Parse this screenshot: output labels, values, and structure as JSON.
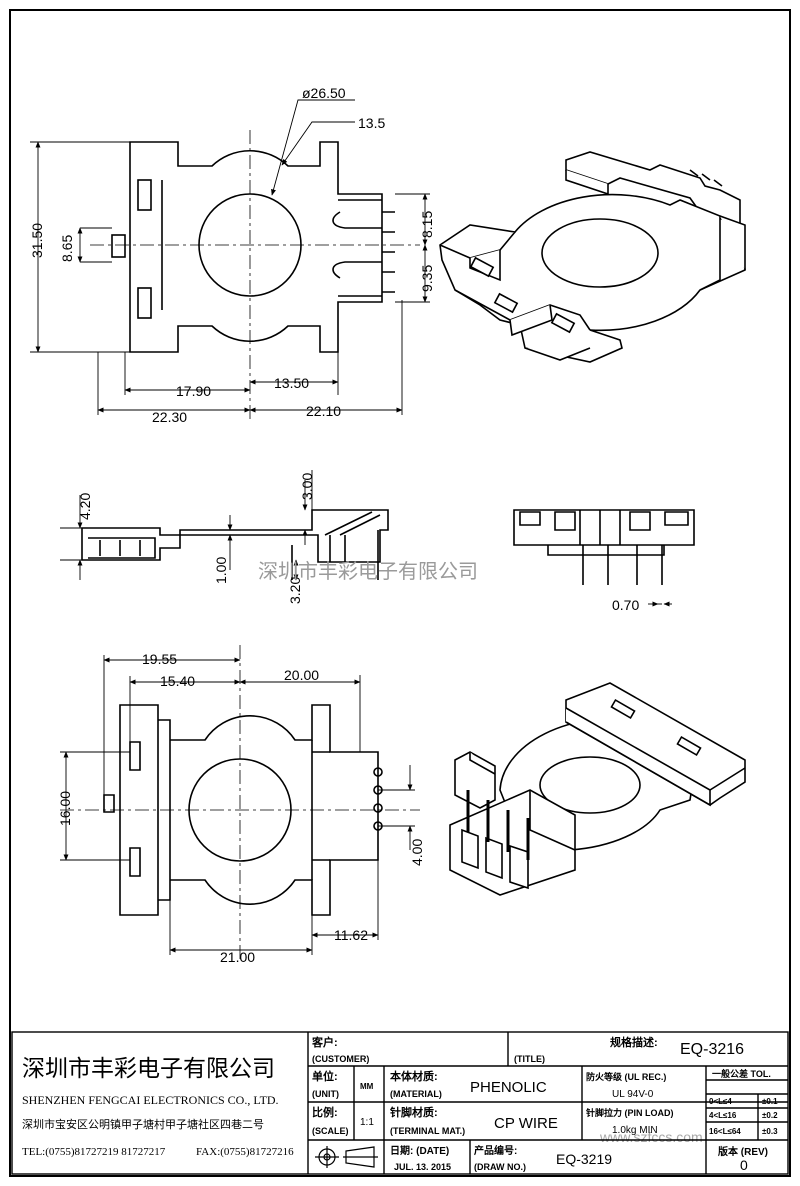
{
  "dimensions": {
    "d1": "ø26.50",
    "d2": "13.5",
    "d3": "31.50",
    "d4": "8.65",
    "d5": "8.15",
    "d6": "9.35",
    "d7": "17.90",
    "d8": "13.50",
    "d9": "22.30",
    "d10": "22.10",
    "d11": "4.20",
    "d12": "3.00",
    "d13": "1.00",
    "d14": "3.20",
    "d15": "0.70",
    "d16": "19.55",
    "d17": "15.40",
    "d18": "20.00",
    "d19": "16.00",
    "d20": "4.00",
    "d21": "21.00",
    "d22": "11.62"
  },
  "watermark": "深圳市丰彩电子有限公司",
  "watermark2": "www.szfccs.com",
  "company": {
    "name_cn": "深圳市丰彩电子有限公司",
    "name_en": "SHENZHEN FENGCAI ELECTRONICS CO., LTD.",
    "address": "深圳市宝安区公明镇甲子塘村甲子塘社区四巷二号",
    "tel": "TEL:(0755)81727219  81727217",
    "fax": "FAX:(0755)81727216"
  },
  "title_block": {
    "customer_cn": "客户:",
    "customer_en": "(CUSTOMER)",
    "title_en": "(TITLE)",
    "spec_cn": "规格描述:",
    "spec_value": "EQ-3216",
    "unit_cn": "单位:",
    "unit_en": "(UNIT)",
    "unit_value": "MM",
    "material_cn": "本体材质:",
    "material_en": "(MATERIAL)",
    "material_value": "PHENOLIC",
    "flame_cn": "防火等级 (UL REC.)",
    "flame_value": "UL 94V-0",
    "tol_cn": "一般公差 TOL.",
    "scale_cn": "比例:",
    "scale_en": "(SCALE)",
    "scale_value": "1:1",
    "terminal_cn": "针脚材质:",
    "terminal_en": "(TERMINAL MAT.)",
    "terminal_value": "CP WIRE",
    "pinload_cn": "针脚拉力 (PIN LOAD)",
    "pinload_value": "1.0kg MIN",
    "date_cn": "日期: (DATE)",
    "date_value": "JUL. 13. 2015",
    "drawno_cn": "产品编号:",
    "drawno_en": "(DRAW NO.)",
    "drawno_value": "EQ-3219",
    "rev_cn": "版本 (REV)",
    "rev_value": "0",
    "tolerances": [
      {
        "range": "0<L≤4",
        "tol": "±0.1"
      },
      {
        "range": "4<L≤16",
        "tol": "±0.2"
      },
      {
        "range": "16<L≤64",
        "tol": "±0.3"
      }
    ]
  }
}
